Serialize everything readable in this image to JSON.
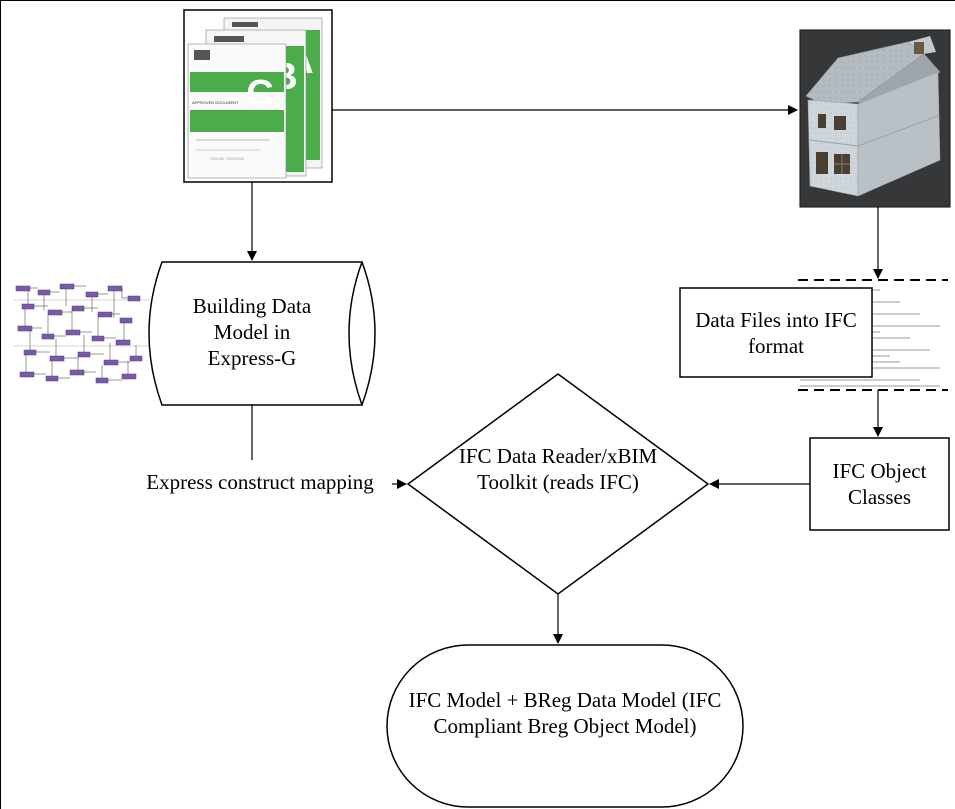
{
  "nodes": {
    "data_model": "Building Data Model in Express-G",
    "data_files": "Data Files into IFC format",
    "reader": "IFC Data Reader/xBIM Toolkit (reads IFC)",
    "object_classes": "IFC Object Classes",
    "result": "IFC Model + BReg Data Model (IFC Compliant Breg Object Model)"
  },
  "edge_labels": {
    "express_mapping": "Express construct mapping"
  },
  "document_letters": [
    "A",
    "B",
    "C"
  ],
  "document_small_text": [
    "APPROVED DOCUMENT",
    "ONLINE VERSION"
  ],
  "colors": {
    "doc_green": "#4aad4a",
    "express_g_purple": "#6a4a9a",
    "house_wall": "#c6ced4",
    "house_roof": "#aab2b8",
    "photo_bg": "#3a3a3a"
  }
}
